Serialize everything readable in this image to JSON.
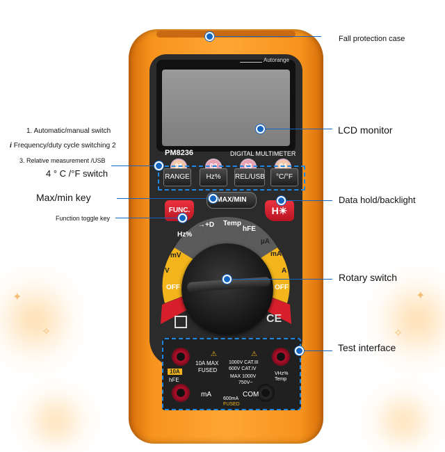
{
  "device": {
    "model": "PM8236",
    "title": "DIGITAL MULTIMETER",
    "autorange": "Autorange"
  },
  "buttons": {
    "range": "RANGE",
    "hz": "Hz%",
    "rel": "REL/USB",
    "temp": "°C/°F",
    "maxmin": "MAX/MIN",
    "func": "FUNC."
  },
  "button_numbers": [
    "01",
    "02",
    "03",
    "04"
  ],
  "dial": {
    "hz": "Hz%",
    "diode": "→+D",
    "temp": "Temp",
    "hfe": "hFE",
    "ua": "µA",
    "ma": "mA",
    "mv": "mV",
    "v": "V",
    "a": "A",
    "off_left": "OFF",
    "off_right": "OFF"
  },
  "panel": {
    "ten_a": "10A",
    "ten_a_max": "10A MAX",
    "fused": "FUSED",
    "hfe": "hFE",
    "ma": "mA",
    "cat1": "1000V CAT.III",
    "cat2": "600V CAT.IV",
    "max": "MAX 1000V",
    "v750": "750V~",
    "vhz": "VHz%",
    "temp": "Temp",
    "com": "COM",
    "ma600": "600mA",
    "fused2": "FUSED"
  },
  "callouts": {
    "fall": "Fall protection case",
    "lcd": "LCD monitor",
    "auto": "1. Automatic/manual switch",
    "freq": "Frequency/duty cycle switching 2",
    "freq_icon": "i",
    "rel": "3. Relative measurement /USB",
    "temp": "4 ° C /°F switch",
    "maxmin": "Max/min key",
    "datahold": "Data hold/backlight",
    "func": "Function toggle key",
    "rotary": "Rotary switch",
    "test": "Test interface"
  },
  "colors": {
    "case": "#f7941d",
    "body": "#2b2b2b",
    "lcd": "#8e8e8e",
    "callout": "#1565c0",
    "red_button": "#d8202c",
    "dial_yellow": "#f3b51b"
  }
}
